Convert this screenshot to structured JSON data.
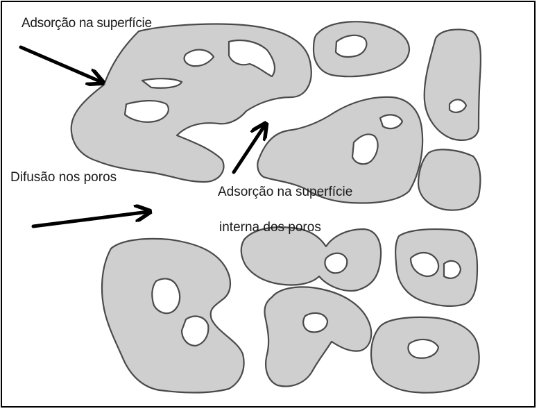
{
  "labels": {
    "surface_adsorption": "Adsorção na superfície",
    "pore_diffusion": "Difusão nos poros",
    "internal_adsorption_line1": "Adsorção na superfície",
    "internal_adsorption_line2": "interna dos poros"
  },
  "colors": {
    "particle_fill": "#cfcfcf",
    "particle_outline": "#4a4a4a",
    "arrow": "#000000",
    "text": "#1a1a1a",
    "background": "#ffffff"
  },
  "icons": {
    "arrow": "arrow-icon"
  }
}
